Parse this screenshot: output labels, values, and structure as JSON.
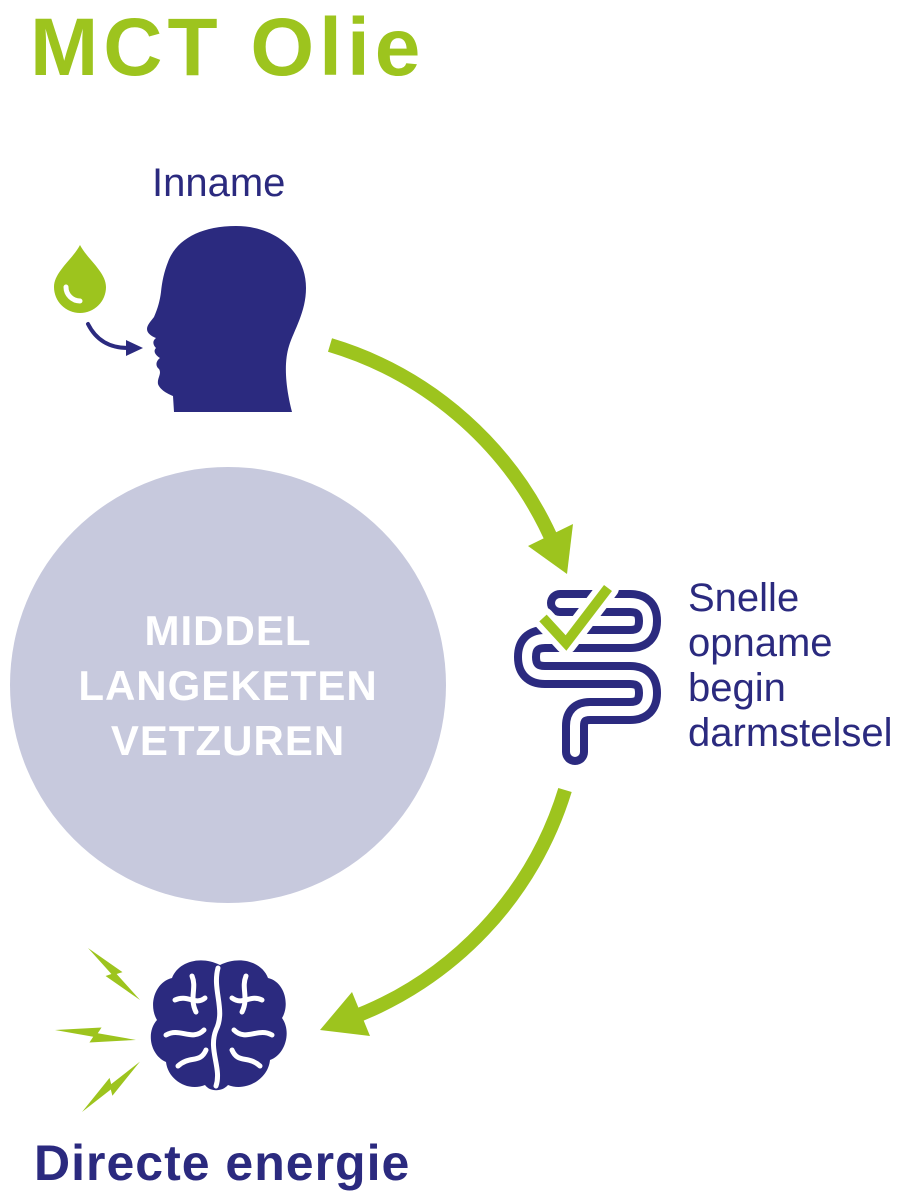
{
  "title": "MCT Olie",
  "intake": {
    "label": "Inname"
  },
  "circle": {
    "lines": [
      "MIDDEL",
      "LANGEKETEN",
      "VETZUREN"
    ]
  },
  "absorption": {
    "lines": [
      "Snelle",
      "opname",
      "begin",
      "darmstelsel"
    ]
  },
  "energy": {
    "label": "Directe energie"
  },
  "icons": {
    "intake": [
      "oil-drop-icon",
      "arrow-right-icon",
      "head-profile-icon"
    ],
    "absorption": [
      "intestine-icon",
      "checkmark-icon"
    ],
    "energy": [
      "brain-icon",
      "lightning-icon"
    ],
    "flow": [
      "curved-arrow-icon"
    ]
  },
  "colors": {
    "green": "#9dc41e",
    "navy": "#2b2a7f",
    "circle": "#c7c9dd",
    "circle_text": "#ffffff",
    "background": "#ffffff"
  }
}
